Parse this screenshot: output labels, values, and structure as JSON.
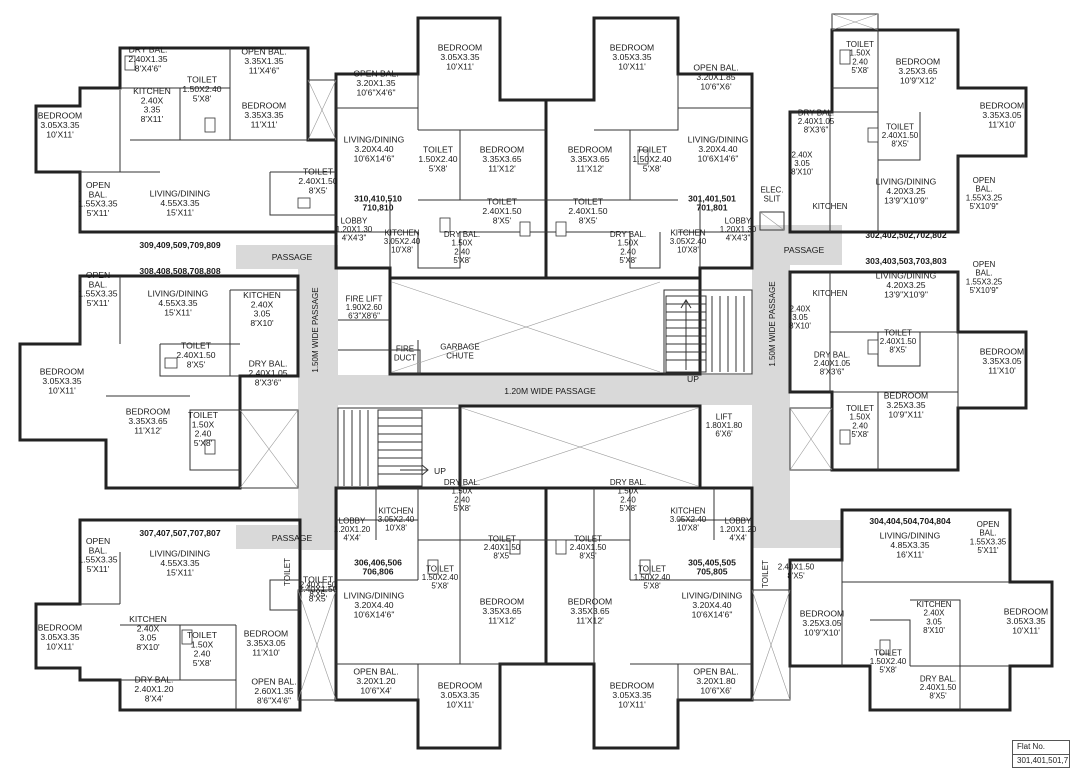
{
  "rooms": [
    {
      "id": "r1",
      "lines": [
        "DRY BAL.",
        "2.40X1.35",
        "8'X4'6\""
      ]
    },
    {
      "id": "r2",
      "lines": [
        "OPEN BAL.",
        "3.35X1.35",
        "11'X4'6\""
      ]
    },
    {
      "id": "r3",
      "lines": [
        "KITCHEN",
        "2.40X",
        "3.35",
        "8'X11'"
      ]
    },
    {
      "id": "r4",
      "lines": [
        "TOILET",
        "1.50X2.40",
        "5'X8'"
      ]
    },
    {
      "id": "r5",
      "lines": [
        "BEDROOM",
        "3.35X3.35",
        "11'X11'"
      ]
    },
    {
      "id": "r6",
      "lines": [
        "BEDROOM",
        "3.05X3.35",
        "10'X11'"
      ]
    },
    {
      "id": "r7",
      "lines": [
        "TOILET",
        "2.40X1.50",
        "8'X5'"
      ]
    },
    {
      "id": "r8",
      "lines": [
        "OPEN",
        "BAL.",
        "1.55X3.35",
        "5'X11'"
      ]
    },
    {
      "id": "r9",
      "lines": [
        "LIVING/DINING",
        "4.55X3.35",
        "15'X11'"
      ]
    },
    {
      "id": "r10",
      "lines": [
        "OPEN",
        "BAL.",
        "1.55X3.35",
        "5'X11'"
      ]
    },
    {
      "id": "r11",
      "lines": [
        "LIVING/DINING",
        "4.55X3.35",
        "15'X11'"
      ]
    },
    {
      "id": "r12",
      "lines": [
        "KITCHEN",
        "2.40X",
        "3.05",
        "8'X10'"
      ]
    },
    {
      "id": "r13",
      "lines": [
        "TOILET",
        "2.40X1.50",
        "8'X5'"
      ]
    },
    {
      "id": "r14",
      "lines": [
        "DRY BAL.",
        "2.40X1.05",
        "8'X3'6\""
      ]
    },
    {
      "id": "r15",
      "lines": [
        "BEDROOM",
        "3.05X3.35",
        "10'X11'"
      ]
    },
    {
      "id": "r16",
      "lines": [
        "BEDROOM",
        "3.35X3.65",
        "11'X12'"
      ]
    },
    {
      "id": "r17",
      "lines": [
        "TOILET",
        "1.50X",
        "2.40",
        "5'X8'"
      ]
    },
    {
      "id": "r18",
      "lines": [
        "OPEN",
        "BAL.",
        "1.55X3.35",
        "5'X11'"
      ]
    },
    {
      "id": "r19",
      "lines": [
        "LIVING/DINING",
        "4.55X3.35",
        "15'X11'"
      ]
    },
    {
      "id": "r20",
      "lines": [
        "TOILET",
        "2.40X1.50",
        "8'X5'"
      ]
    },
    {
      "id": "r21",
      "lines": [
        "BEDROOM",
        "3.05X3.35",
        "10'X11'"
      ]
    },
    {
      "id": "r22",
      "lines": [
        "KITCHEN",
        "2.40X",
        "3.05",
        "8'X10'"
      ]
    },
    {
      "id": "r23",
      "lines": [
        "TOILET",
        "1.50X",
        "2.40",
        "5'X8'"
      ]
    },
    {
      "id": "r24",
      "lines": [
        "BEDROOM",
        "3.35X3.05",
        "11'X10'"
      ]
    },
    {
      "id": "r25",
      "lines": [
        "DRY BAL.",
        "2.40X1.20",
        "8'X4'"
      ]
    },
    {
      "id": "r26",
      "lines": [
        "OPEN BAL.",
        "2.60X1.35",
        "8'6\"X4'6\""
      ]
    },
    {
      "id": "r27",
      "lines": [
        "BEDROOM",
        "3.05X3.35",
        "10'X11'"
      ]
    },
    {
      "id": "r28",
      "lines": [
        "OPEN BAL.",
        "3.20X1.35",
        "10'6\"X4'6\""
      ]
    },
    {
      "id": "r29",
      "lines": [
        "LIVING/DINING",
        "3.20X4.40",
        "10'6X14'6\""
      ]
    },
    {
      "id": "r30",
      "lines": [
        "TOILET",
        "1.50X2.40",
        "5'X8'"
      ]
    },
    {
      "id": "r31",
      "lines": [
        "BEDROOM",
        "3.35X3.65",
        "11'X12'"
      ]
    },
    {
      "id": "r32",
      "lines": [
        "TOILET",
        "2.40X1.50",
        "8'X5'"
      ]
    },
    {
      "id": "r33",
      "lines": [
        "LOBBY",
        "1.20X1.30",
        "4'X4'3\""
      ]
    },
    {
      "id": "r34",
      "lines": [
        "KITCHEN",
        "3.05X2.40",
        "10'X8'"
      ]
    },
    {
      "id": "r35",
      "lines": [
        "DRY BAL.",
        "1.50X",
        "2.40",
        "5'X8'"
      ]
    },
    {
      "id": "r36",
      "lines": [
        "FIRE LIFT",
        "1.90X2.60",
        "6'3\"X8'6\""
      ]
    },
    {
      "id": "r37",
      "lines": [
        "FIRE",
        "DUCT"
      ]
    },
    {
      "id": "r38",
      "lines": [
        "GARBAGE",
        "CHUTE"
      ]
    },
    {
      "id": "r39",
      "lines": [
        "BEDROOM",
        "3.05X3.35",
        "10'X11'"
      ]
    },
    {
      "id": "r40",
      "lines": [
        "OPEN BAL.",
        "3.20X1.85",
        "10'6\"X6'"
      ]
    },
    {
      "id": "r41",
      "lines": [
        "BEDROOM",
        "3.35X3.65",
        "11'X12'"
      ]
    },
    {
      "id": "r42",
      "lines": [
        "TOILET",
        "1.50X2.40",
        "5'X8'"
      ]
    },
    {
      "id": "r43",
      "lines": [
        "LIVING/DINING",
        "3.20X4.40",
        "10'6X14'6\""
      ]
    },
    {
      "id": "r44",
      "lines": [
        "TOILET",
        "2.40X1.50",
        "8'X5'"
      ]
    },
    {
      "id": "r45",
      "lines": [
        "DRY BAL.",
        "1.50X",
        "2.40",
        "5'X8'"
      ]
    },
    {
      "id": "r46",
      "lines": [
        "KITCHEN",
        "3.05X2.40",
        "10'X8'"
      ]
    },
    {
      "id": "r47",
      "lines": [
        "LOBBY",
        "1.20X1.30",
        "4'X4'3\""
      ]
    },
    {
      "id": "r48",
      "lines": [
        "ELEC.",
        "SLIT"
      ]
    },
    {
      "id": "r49",
      "lines": [
        "TOILET",
        "1.50X",
        "2.40",
        "5'X8'"
      ]
    },
    {
      "id": "r50",
      "lines": [
        "BEDROOM",
        "3.25X3.65",
        "10'9\"X12'"
      ]
    },
    {
      "id": "r51",
      "lines": [
        "DRY BAL.",
        "2.40X1.05",
        "8'X3'6\""
      ]
    },
    {
      "id": "r52",
      "lines": [
        "TOILET",
        "2.40X1.50",
        "8'X5'"
      ]
    },
    {
      "id": "r53",
      "lines": [
        "BEDROOM",
        "3.35X3.05",
        "11'X10'"
      ]
    },
    {
      "id": "r54",
      "lines": [
        "2.40X",
        "3.05",
        "8'X10'"
      ]
    },
    {
      "id": "r55",
      "lines": [
        "KITCHEN"
      ]
    },
    {
      "id": "r56",
      "lines": [
        "LIVING/DINING",
        "4.20X3.25",
        "13'9\"X10'9\""
      ]
    },
    {
      "id": "r57",
      "lines": [
        "OPEN",
        "BAL.",
        "1.55X3.25",
        "5'X10'9\""
      ]
    },
    {
      "id": "r58",
      "lines": [
        "KITCHEN"
      ]
    },
    {
      "id": "r59",
      "lines": [
        "LIVING/DINING",
        "4.20X3.25",
        "13'9\"X10'9\""
      ]
    },
    {
      "id": "r60",
      "lines": [
        "OPEN",
        "BAL.",
        "1.55X3.25",
        "5'X10'9\""
      ]
    },
    {
      "id": "r61",
      "lines": [
        "2.40X",
        "3.05",
        "8'X10'"
      ]
    },
    {
      "id": "r62",
      "lines": [
        "TOILET",
        "2.40X1.50",
        "8'X5'"
      ]
    },
    {
      "id": "r63",
      "lines": [
        "DRY BAL.",
        "2.40X1.05",
        "8'X3'6\""
      ]
    },
    {
      "id": "r64",
      "lines": [
        "BEDROOM",
        "3.35X3.05",
        "11'X10'"
      ]
    },
    {
      "id": "r65",
      "lines": [
        "BEDROOM",
        "3.25X3.35",
        "10'9\"X11'"
      ]
    },
    {
      "id": "r66",
      "lines": [
        "TOILET",
        "1.50X",
        "2.40",
        "5'X8'"
      ]
    },
    {
      "id": "r67",
      "lines": [
        "LIFT",
        "1.80X1.80",
        "6'X6'"
      ]
    },
    {
      "id": "r68",
      "lines": [
        "LOBBY",
        "1.20X1.20",
        "4'X4'"
      ]
    },
    {
      "id": "r69",
      "lines": [
        "KITCHEN",
        "3.05X2.40",
        "10'X8'"
      ]
    },
    {
      "id": "r70",
      "lines": [
        "DRY BAL.",
        "1.50X",
        "2.40",
        "5'X8'"
      ]
    },
    {
      "id": "r71",
      "lines": [
        "TOILET",
        "2.40X1.50",
        "8'X5'"
      ]
    },
    {
      "id": "r72",
      "lines": [
        "TOILET",
        "1.50X2.40",
        "5'X8'"
      ]
    },
    {
      "id": "r73",
      "lines": [
        "LIVING/DINING",
        "3.20X4.40",
        "10'6X14'6\""
      ]
    },
    {
      "id": "r74",
      "lines": [
        "BEDROOM",
        "3.35X3.65",
        "11'X12'"
      ]
    },
    {
      "id": "r75",
      "lines": [
        "OPEN BAL.",
        "3.20X1.20",
        "10'6\"X4'"
      ]
    },
    {
      "id": "r76",
      "lines": [
        "BEDROOM",
        "3.05X3.35",
        "10'X11'"
      ]
    },
    {
      "id": "r77",
      "lines": [
        "DRY BAL.",
        "1.50X",
        "2.40",
        "5'X8'"
      ]
    },
    {
      "id": "r78",
      "lines": [
        "KITCHEN",
        "3.05X2.40",
        "10'X8'"
      ]
    },
    {
      "id": "r79",
      "lines": [
        "LOBBY",
        "1.20X1.20",
        "4'X4'"
      ]
    },
    {
      "id": "r80",
      "lines": [
        "TOILET",
        "2.40X1.50",
        "8'X5'"
      ]
    },
    {
      "id": "r81",
      "lines": [
        "TOILET",
        "1.50X2.40",
        "5'X8'"
      ]
    },
    {
      "id": "r82",
      "lines": [
        "BEDROOM",
        "3.35X3.65",
        "11'X12'"
      ]
    },
    {
      "id": "r83",
      "lines": [
        "LIVING/DINING",
        "3.20X4.40",
        "10'6X14'6\""
      ]
    },
    {
      "id": "r84",
      "lines": [
        "BEDROOM",
        "3.05X3.35",
        "10'X11'"
      ]
    },
    {
      "id": "r85",
      "lines": [
        "OPEN BAL.",
        "3.20X1.80",
        "10'6\"X6'"
      ]
    },
    {
      "id": "r86",
      "lines": [
        "TOILET"
      ]
    },
    {
      "id": "r87",
      "lines": [
        "2.40X1.50",
        "8'X5'"
      ]
    },
    {
      "id": "r88",
      "lines": [
        "LIVING/DINING",
        "4.85X3.35",
        "16'X11'"
      ]
    },
    {
      "id": "r89",
      "lines": [
        "OPEN",
        "BAL.",
        "1.55X3.35",
        "5'X11'"
      ]
    },
    {
      "id": "r90",
      "lines": [
        "BEDROOM",
        "3.25X3.05",
        "10'9\"X10'"
      ]
    },
    {
      "id": "r91",
      "lines": [
        "KITCHEN",
        "2.40X",
        "3.05",
        "8'X10'"
      ]
    },
    {
      "id": "r92",
      "lines": [
        "BEDROOM",
        "3.05X3.35",
        "10'X11'"
      ]
    },
    {
      "id": "r93",
      "lines": [
        "TOILET",
        "1.50X2.40",
        "5'X8'"
      ]
    },
    {
      "id": "r94",
      "lines": [
        "DRY BAL.",
        "2.40X1.50",
        "8'X5'"
      ]
    },
    {
      "id": "r95",
      "lines": [
        "TOILET"
      ]
    },
    {
      "id": "r96",
      "lines": [
        "2.40X1.50",
        "8'X5'"
      ]
    }
  ],
  "flat_numbers": [
    {
      "id": "f1",
      "lines": [
        "309,409,509,709,809"
      ]
    },
    {
      "id": "f2",
      "lines": [
        "308,408,508,708,808"
      ]
    },
    {
      "id": "f3",
      "lines": [
        "307,407,507,707,807"
      ]
    },
    {
      "id": "f4",
      "lines": [
        "310,410,510",
        "710,810"
      ]
    },
    {
      "id": "f5",
      "lines": [
        "301,401,501",
        "701,801"
      ]
    },
    {
      "id": "f6",
      "lines": [
        "302,402,502,702,802"
      ]
    },
    {
      "id": "f7",
      "lines": [
        "303,403,503,703,803"
      ]
    },
    {
      "id": "f8",
      "lines": [
        "304,404,504,704,804"
      ]
    },
    {
      "id": "f9",
      "lines": [
        "306,406,506",
        "706,806"
      ]
    },
    {
      "id": "f10",
      "lines": [
        "305,405,505",
        "705,805"
      ]
    }
  ],
  "circulation": {
    "passage_left_top": "PASSAGE",
    "passage_left_bottom": "PASSAGE",
    "passage_right": "PASSAGE",
    "left_vertical_passage": "1.50M WIDE PASSAGE",
    "right_vertical_passage": "1.50M WIDE PASSAGE",
    "central_passage": "1.20M WIDE PASSAGE",
    "stair_up_right": "UP",
    "stair_up_left": "UP"
  },
  "flat_box": {
    "header": "Flat No.",
    "value": "301,401,501,7"
  }
}
